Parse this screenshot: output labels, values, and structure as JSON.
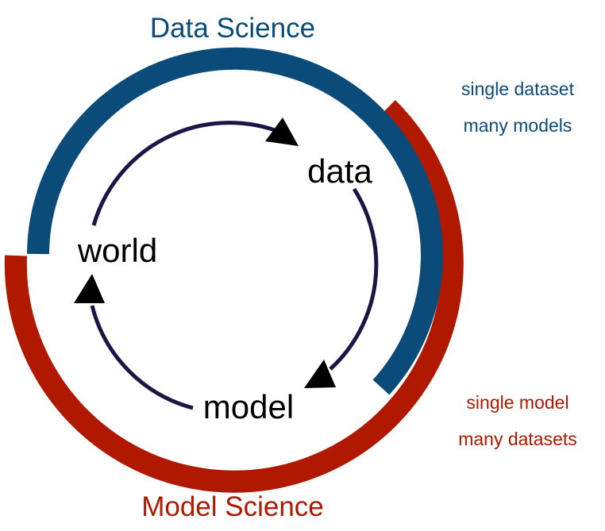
{
  "diagram": {
    "titles": {
      "top": "Data Science",
      "bottom": "Model Science"
    },
    "nodes": {
      "data": "data",
      "model": "model",
      "world": "world"
    },
    "annotations": {
      "data_science_line1": "single dataset",
      "data_science_line2": "many models",
      "model_science_line1": "single model",
      "model_science_line2": "many datasets"
    },
    "colors": {
      "data_science": "#0B4B7A",
      "model_science": "#B01800",
      "cycle": "#1C1546",
      "text": "#000000"
    }
  }
}
